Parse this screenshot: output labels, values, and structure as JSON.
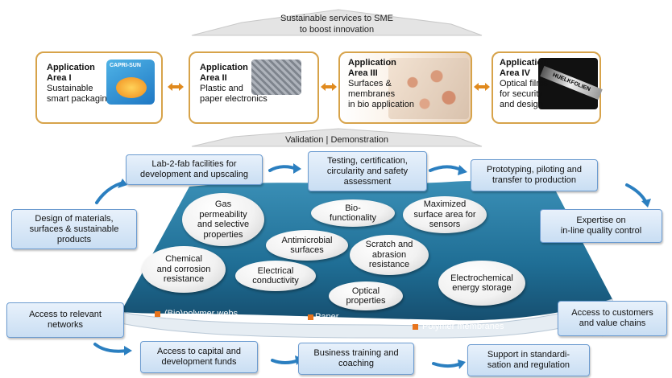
{
  "banner_top": {
    "line1": "Sustainable services to SME",
    "line2": "to boost innovation"
  },
  "banner_mid": {
    "text": "Validation | Demonstration"
  },
  "areas": [
    {
      "title1": "Application",
      "title2": "Area  I",
      "desc": [
        "Sustainable",
        "smart packaging"
      ]
    },
    {
      "title1": "Application",
      "title2": "Area  II",
      "desc": [
        "Plastic and",
        "paper electronics"
      ]
    },
    {
      "title1": "Application",
      "title2": "Area  III",
      "desc": [
        "Surfaces &",
        "membranes",
        "in bio application"
      ]
    },
    {
      "title1": "Application",
      "title2": "Area  IV",
      "desc": [
        "Optical films",
        "for security",
        "and design"
      ]
    }
  ],
  "images": {
    "pouch_text": "CAPRI-SUN",
    "film_text": "HUELKFOLIEN"
  },
  "services": {
    "lab": [
      "Lab-2-fab facilities for",
      "development and upscaling"
    ],
    "testing": [
      "Testing, certification,",
      "circularity and safety",
      "assessment"
    ],
    "proto": [
      "Prototyping, piloting and",
      "transfer to production"
    ],
    "design": [
      "Design of materials,",
      "surfaces & sustainable",
      "products"
    ],
    "expertise": [
      "Expertise on",
      "in-line quality control"
    ],
    "access_networks": [
      "Access to relevant",
      "networks"
    ],
    "access_customers": [
      "Access to customers",
      "and value chains"
    ],
    "capital": [
      "Access to capital and",
      "development funds"
    ],
    "business": [
      "Business training and",
      "coaching"
    ],
    "standard": [
      "Support in standardi-",
      "sation and regulation"
    ]
  },
  "properties": {
    "gas": [
      "Gas",
      "permeability",
      "and selective",
      "properties"
    ],
    "bio": [
      "Bio-",
      "functionality"
    ],
    "surface": [
      "Maximized",
      "surface area for",
      "sensors"
    ],
    "antimicrobial": [
      "Antimicrobial",
      "surfaces"
    ],
    "scratch": [
      "Scratch and",
      "abrasion",
      "resistance"
    ],
    "chemical": [
      "Chemical",
      "and corrosion",
      "resistance"
    ],
    "electrical": [
      "Electrical",
      "conductivity"
    ],
    "electrochemical": [
      "Electrochemical",
      "energy storage"
    ],
    "optical": [
      "Optical",
      "properties"
    ]
  },
  "materials": {
    "bio": "(Bio)polymer webs",
    "paper": "Paper",
    "polymer": "Polymer membranes"
  },
  "colors": {
    "accent_border": "#d7a34a",
    "platform": "#1f6e95",
    "box_border": "#6b9bd0",
    "arrow_blue": "#2b7fc0",
    "marker": "#e8741c"
  }
}
